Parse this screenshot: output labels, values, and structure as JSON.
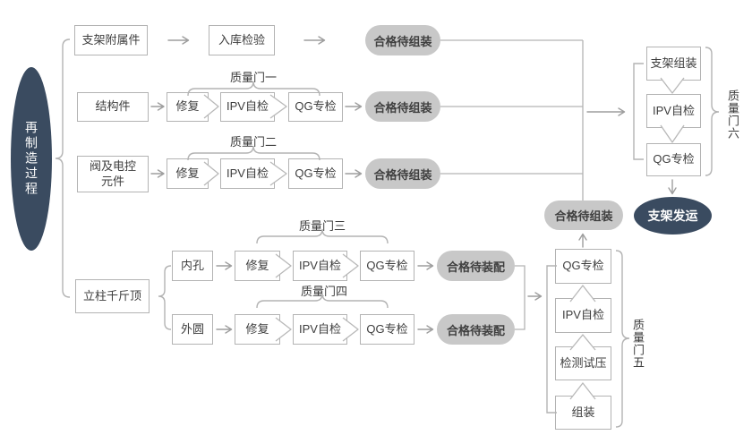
{
  "diagram_title": "再制造过程 flow diagram",
  "colors": {
    "terminal_fill": "#3a4b60",
    "terminal_text": "#ffffff",
    "box_border": "#b3b3b3",
    "box_text": "#3d3d3d",
    "badge_fill": "#c8c8c8",
    "badge_text": "#3f3f3f",
    "connector_line": "#b3b3b3",
    "arrow": "#9e9e9e"
  },
  "process": {
    "source": "再制造过程",
    "shipping": "支架发运"
  },
  "labels": {
    "gate1": "质量门一",
    "gate2": "质量门二",
    "gate3": "质量门三",
    "gate4": "质量门四",
    "gate5": "质量门五",
    "gate6": "质量门六"
  },
  "nodes": {
    "bracket_accessories": "支架附属件",
    "warehouse_inspection": "入库检验",
    "structural_parts": "结构件",
    "valve_electric_parts": "阀及电控元件",
    "column_jack": "立柱千斤顶",
    "inner_hole": "内孔",
    "outer_circle": "外圆",
    "repair": "修复",
    "ipv_self_inspection": "IPV自检",
    "qg_special_inspection": "QG专检",
    "inspection_pressure_test": "检测试压",
    "assembly": "组装",
    "bracket_assembly": "支架组装"
  },
  "badges": {
    "qualified_for_assembly": "合格待组装",
    "qualified_for_fitting": "合格待装配"
  }
}
